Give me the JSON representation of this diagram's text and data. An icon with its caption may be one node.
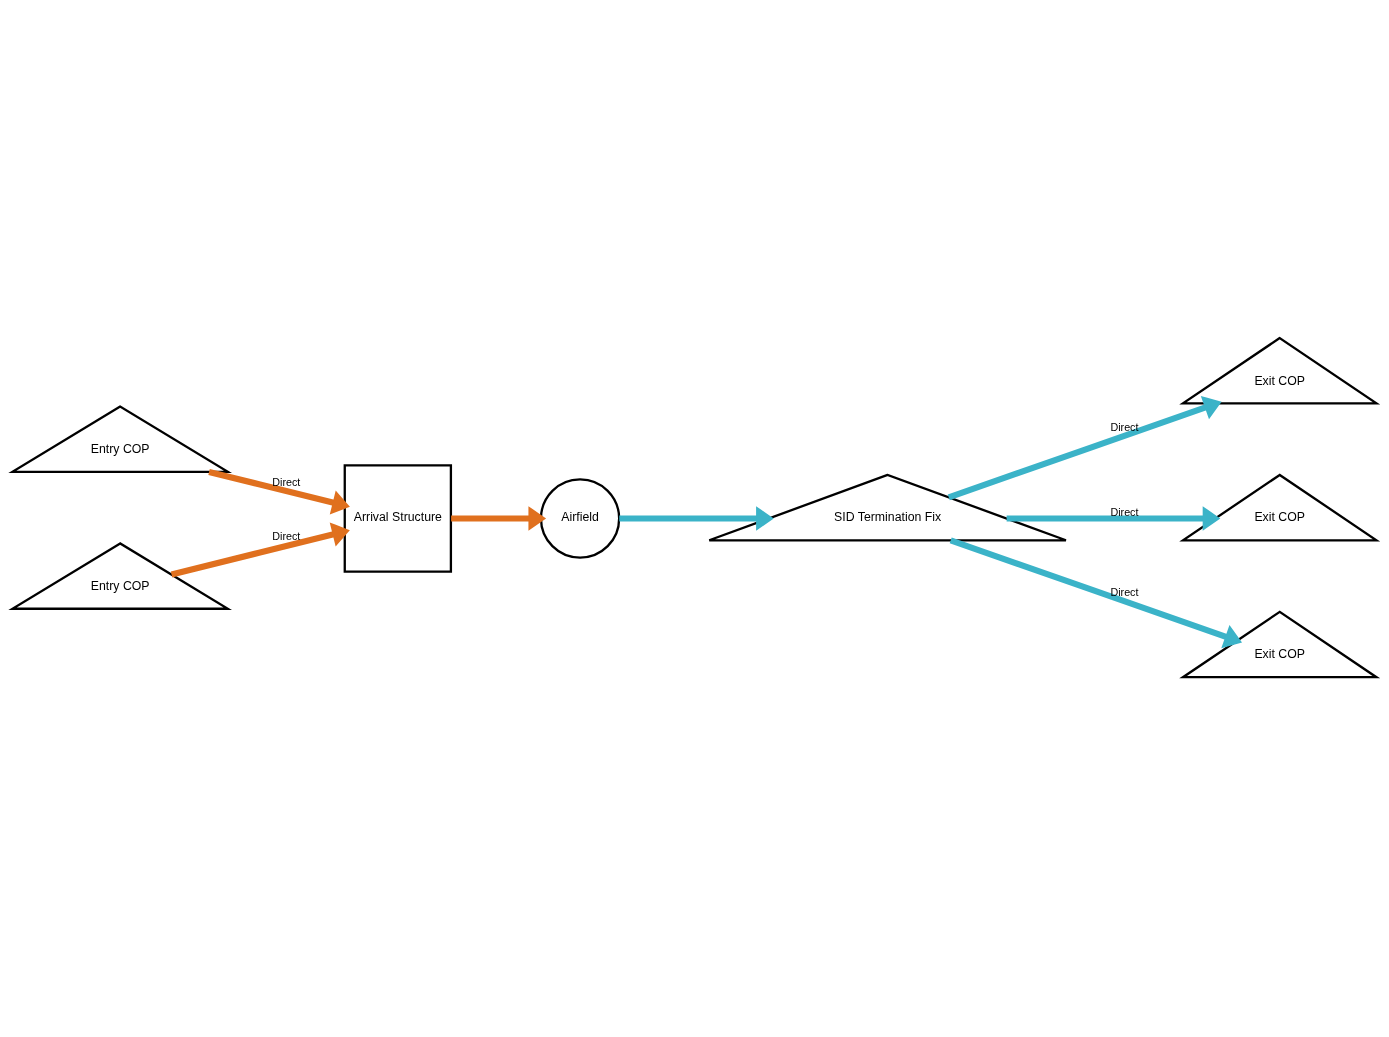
{
  "diagram": {
    "nodes": [
      {
        "text": [
          "Airfield"
        ]
      },
      {
        "text": [
          "SID Termination Fix"
        ]
      },
      {
        "text": [
          "Exit COP"
        ]
      },
      {
        "text": [
          "Entry COP"
        ]
      },
      {
        "text": [
          "Exit COP"
        ]
      },
      {
        "text": [
          "Entry COP"
        ]
      },
      {
        "text": [
          "Exit COP"
        ]
      },
      {
        "text": [
          "Arrival Structure"
        ]
      }
    ],
    "edges": [
      {
        "from": 0,
        "to": 1,
        "arrow": "to"
      },
      {
        "from": 1,
        "to": 2,
        "arrow": "to",
        "label": "Direct"
      },
      {
        "from": 1,
        "to": 4,
        "arrow": "to",
        "label": "Direct"
      },
      {
        "from": 1,
        "to": 6,
        "arrow": "to",
        "label": "Direct"
      },
      {
        "from": 3,
        "to": 7,
        "arrow": "to",
        "label": "Direct",
        "color": "#e0701e"
      },
      {
        "from": 5,
        "to": 7,
        "arrow": "to",
        "label": "Direct",
        "color": "#e0701e"
      },
      {
        "from": 7,
        "to": 0,
        "arrow": "to",
        "color": "#e0701e"
      }
    ]
  }
}
